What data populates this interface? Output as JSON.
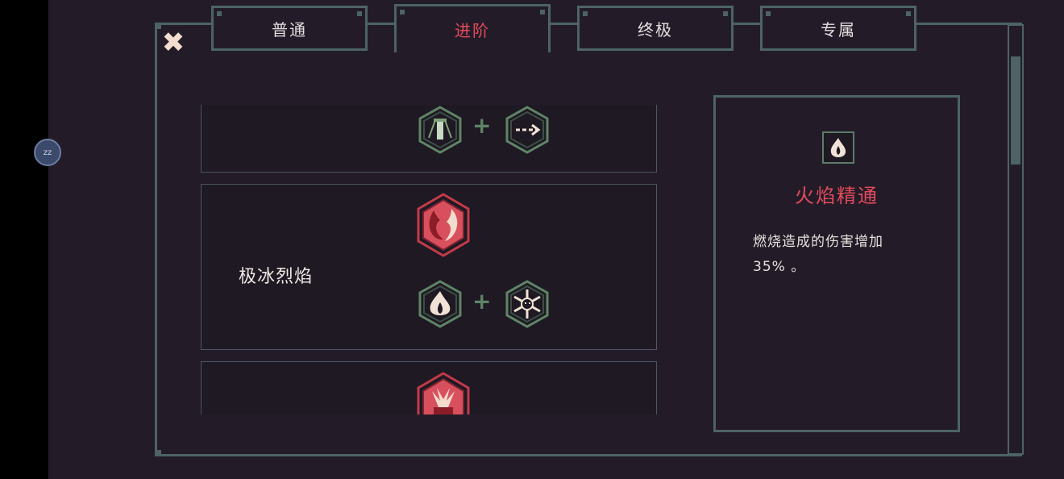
{
  "tabs": [
    {
      "label": "普通",
      "active": false
    },
    {
      "label": "进阶",
      "active": true
    },
    {
      "label": "终极",
      "active": false
    },
    {
      "label": "专属",
      "active": false
    }
  ],
  "close_label": "✖",
  "float_button_label": "zz",
  "cards": [
    {
      "label": "",
      "result_icon": "",
      "ingredients": [
        "lantern-icon",
        "arrow-dash-icon"
      ]
    },
    {
      "label": "极冰烈焰",
      "result_icon": "fire-ice-swirl-icon",
      "ingredients": [
        "flame-icon",
        "snowflake-skull-icon"
      ]
    },
    {
      "label": "",
      "result_icon": "red-burst-icon",
      "ingredients": []
    }
  ],
  "plus_symbol": "+",
  "detail": {
    "icon": "flame-icon",
    "title": "火焰精通",
    "description_line1": "燃烧造成的伤害增加",
    "description_line2": "35% 。"
  },
  "colors": {
    "accent": "#e34a5b",
    "border": "#4d6365",
    "background": "#231c28",
    "green": "#5f8466"
  }
}
